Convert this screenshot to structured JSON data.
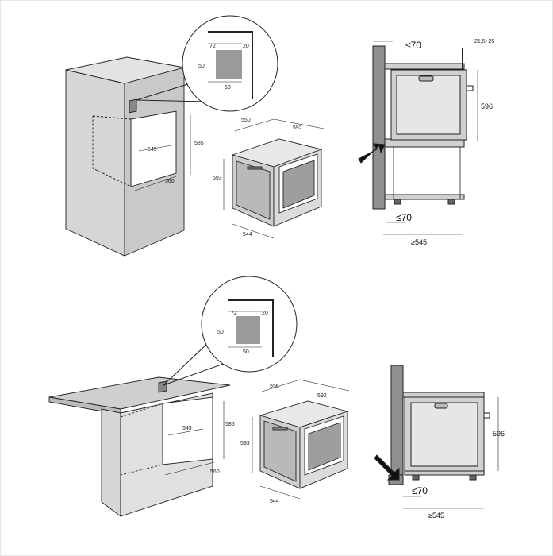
{
  "top": {
    "cabinet": {
      "h": "585",
      "w": "560",
      "d": "545"
    },
    "detail": {
      "a": "72",
      "b": "20",
      "c": "50",
      "d": "50"
    },
    "oven": {
      "top_depth": "550",
      "top_width": "592",
      "height": "593",
      "front_width": "544"
    },
    "side": {
      "gap_top": "≤70",
      "gap_right": "21,5÷25",
      "height": "596",
      "gap_bottom": "≤70",
      "depth": "≥545"
    }
  },
  "bottom": {
    "cabinet": {
      "h": "585",
      "w": "560",
      "d": "545"
    },
    "detail": {
      "a": "72",
      "b": "20",
      "c": "50",
      "d": "50"
    },
    "oven": {
      "top_depth": "556",
      "top_width": "592",
      "height": "593",
      "front_width": "544"
    },
    "side": {
      "height": "596",
      "gap_bottom": "≤70",
      "depth": "≥545"
    }
  },
  "colors": {
    "panel": "#d8d8d8",
    "panel_dark": "#bdbdbd",
    "line": "#222222",
    "wall": "#8f8f8f"
  }
}
